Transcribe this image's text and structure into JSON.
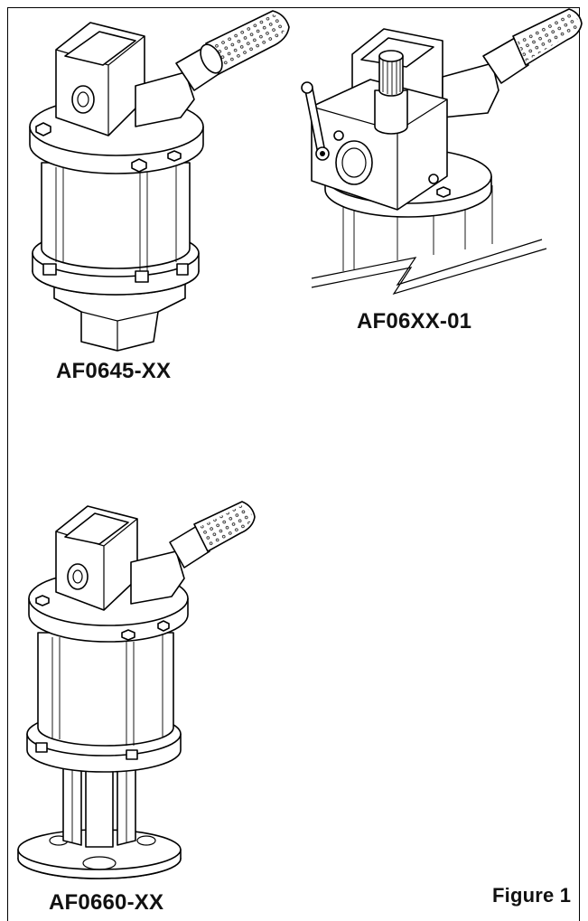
{
  "labels": {
    "top_left": "AF0645-XX",
    "top_right": "AF06XX-01",
    "bottom": "AF0660-XX",
    "figure": "Figure 1"
  }
}
